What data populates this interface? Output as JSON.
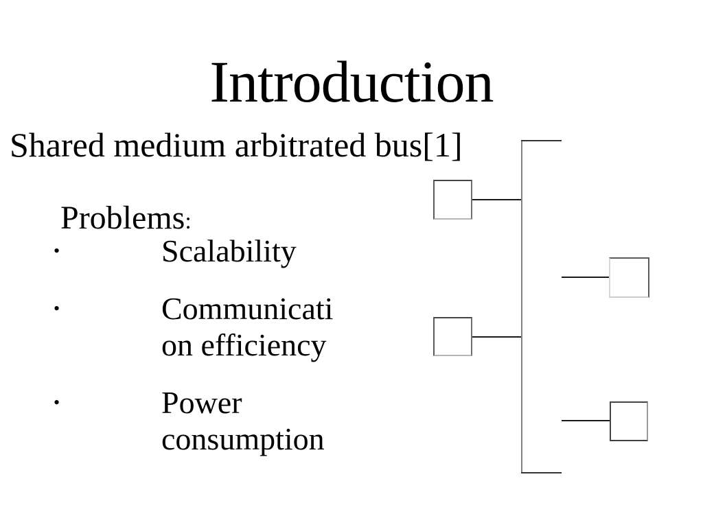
{
  "slide": {
    "title": "Introduction",
    "subtitle": "Shared medium arbitrated bus[1]",
    "problems": {
      "label": "Problems",
      "colon": ":"
    },
    "bullet_glyph": "•",
    "bullets": [
      {
        "lines": [
          "Scalability"
        ]
      },
      {
        "lines": [
          "Communicati",
          "on efficiency"
        ]
      },
      {
        "lines": [
          "Power",
          "consumption"
        ]
      }
    ]
  },
  "diagram": {
    "node_count": 4,
    "colors": {
      "bus_line": "#828282",
      "stub_line": "#333333",
      "connector_line": "#1a1a1a",
      "node_border": "#4a4a4a",
      "node_fill": "#ffffff"
    }
  },
  "colors": {
    "background": "#ffffff",
    "text": "#000000"
  }
}
